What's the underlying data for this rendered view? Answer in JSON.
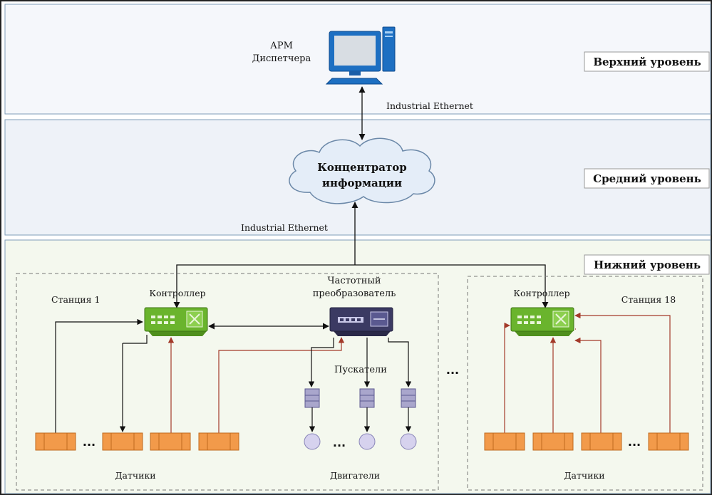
{
  "levels": {
    "top": "Верхний уровень",
    "middle": "Средний уровень",
    "bottom": "Нижний уровень"
  },
  "workstation": {
    "line1": "АРМ",
    "line2": "Диспетчера",
    "icon": "computer-icon"
  },
  "network": {
    "upper_link": "Industrial Ethernet",
    "lower_link": "Industrial Ethernet"
  },
  "hub": {
    "line1": "Концентратор",
    "line2": "информации",
    "icon": "cloud-icon"
  },
  "station_first": {
    "title": "Станция 1",
    "controller": "Контроллер",
    "vfd_line1": "Частотный",
    "vfd_line2": "преобразователь",
    "starters": "Пускатели",
    "sensors": "Датчики",
    "motors": "Двигатели",
    "ellipsis": "..."
  },
  "station_last": {
    "title": "Станция 18",
    "controller": "Контроллер",
    "sensors": "Датчики",
    "ellipsis": "..."
  },
  "between_stations": "...",
  "colors": {
    "level_fill": "#eef2f8",
    "bottom_fill": "#f4f8ee",
    "level_border": "#7f9db9",
    "controller": "#6ab42d",
    "vfd": "#3b3a63",
    "sensor": "#f29a4a",
    "starter": "#a9a6cc",
    "motor": "#d6d2ee",
    "wire_black": "#111111",
    "wire_red": "#a33a2a"
  }
}
